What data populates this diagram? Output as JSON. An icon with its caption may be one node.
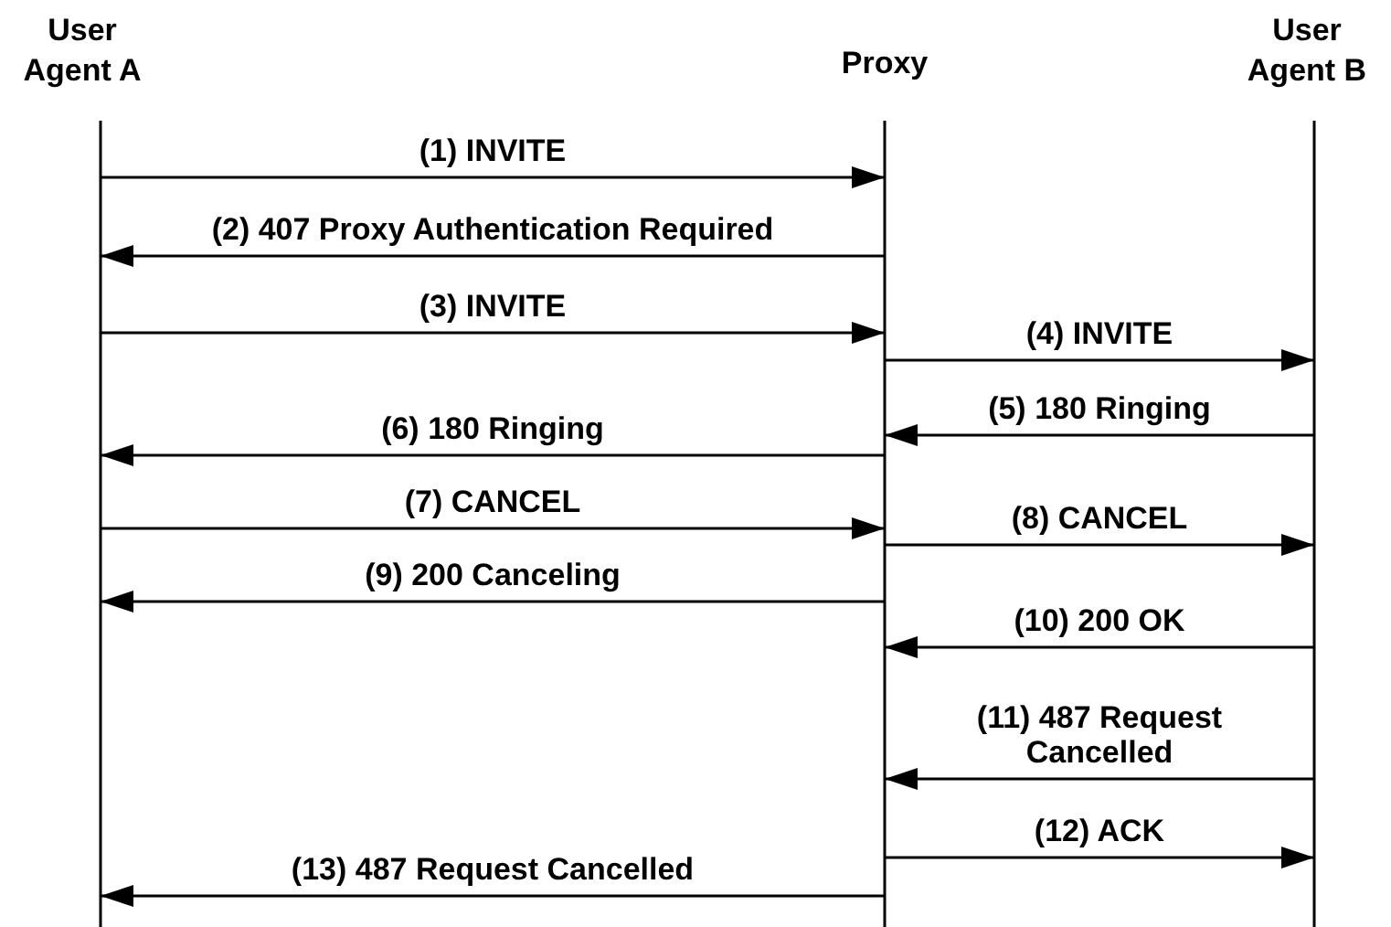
{
  "diagram": {
    "nodes": [
      {
        "text": [
          "User Agent A"
        ]
      },
      {
        "text": [
          "Proxy"
        ]
      },
      {
        "text": [
          "User Agent B"
        ]
      }
    ],
    "edges": [
      {
        "from": 0,
        "to": 1,
        "arrow": "to",
        "label": "(1) INVITE"
      },
      {
        "from": 1,
        "to": 0,
        "arrow": "to",
        "label": "(2) 407 Proxy Authentication Required"
      },
      {
        "from": 0,
        "to": 1,
        "arrow": "to",
        "label": "(3) INVITE"
      },
      {
        "from": 1,
        "to": 2,
        "arrow": "to",
        "label": "(4) INVITE"
      },
      {
        "from": 2,
        "to": 1,
        "arrow": "to",
        "label": "(5) 180 Ringing"
      },
      {
        "from": 1,
        "to": 0,
        "arrow": "to",
        "label": "(6) 180 Ringing"
      },
      {
        "from": 0,
        "to": 1,
        "arrow": "to",
        "label": "(7) CANCEL"
      },
      {
        "from": 1,
        "to": 2,
        "arrow": "to",
        "label": "(8) CANCEL"
      },
      {
        "from": 1,
        "to": 0,
        "arrow": "to",
        "label": "(9) 200 Canceling"
      },
      {
        "from": 2,
        "to": 1,
        "arrow": "to",
        "label": "(10) 200 OK"
      },
      {
        "from": 2,
        "to": 1,
        "arrow": "to",
        "label": "(11) 487 Request Cancelled"
      },
      {
        "from": 1,
        "to": 2,
        "arrow": "to",
        "label": "(12) ACK"
      },
      {
        "from": 1,
        "to": 0,
        "arrow": "to",
        "label": "(13) 487 Request Cancelled"
      }
    ]
  }
}
